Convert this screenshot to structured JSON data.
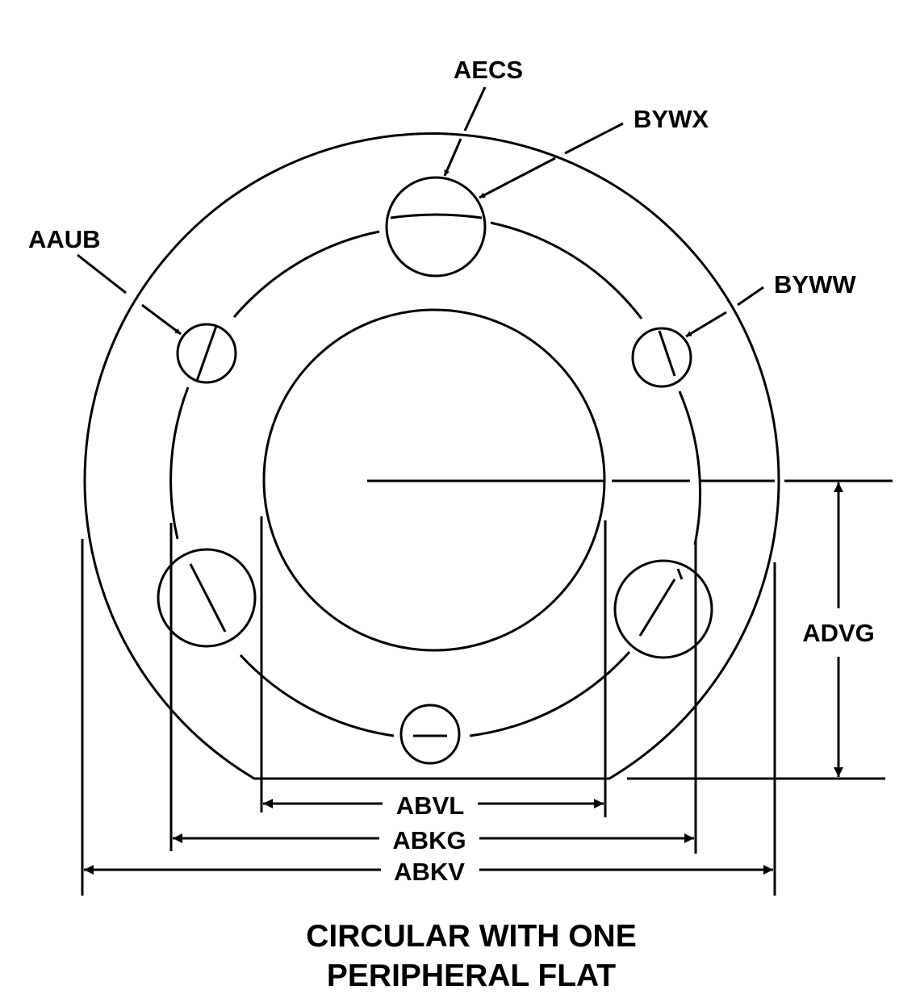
{
  "labels": {
    "aecs": "AECS",
    "bywx": "BYWX",
    "aaub": "AAUB",
    "byww": "BYWW",
    "advg": "ADVG",
    "abvl": "ABVL",
    "abkg": "ABKG",
    "abkv": "ABKV"
  },
  "caption": {
    "line1": "CIRCULAR WITH ONE",
    "line2": "PERIPHERAL FLAT"
  },
  "colors": {
    "ink": "#000000",
    "background": "#ffffff"
  }
}
